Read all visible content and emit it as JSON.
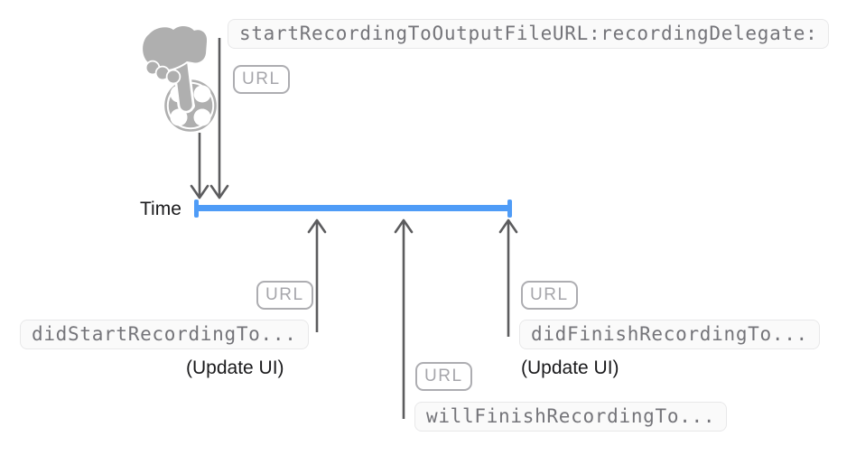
{
  "diagram": {
    "time_label": "Time",
    "start_call": {
      "method": "startRecordingToOutputFileURL:recordingDelegate:",
      "badge": "URL"
    },
    "callbacks": [
      {
        "method": "didStartRecordingTo...",
        "badge": "URL",
        "note": "(Update UI)"
      },
      {
        "method": "willFinishRecordingTo...",
        "badge": "URL"
      },
      {
        "method": "didFinishRecordingTo...",
        "badge": "URL",
        "note": "(Update UI)"
      }
    ],
    "icons": {
      "tap": "tap-movie-reel-icon"
    },
    "colors": {
      "timeline": "#4F9CF7",
      "arrow": "#5C5C5E",
      "icon": "#AFAFAF",
      "code_text": "#747479",
      "code_bg": "#FAFAFA",
      "code_border": "#E8E8E9",
      "badge_text": "#A6A6AB",
      "badge_border": "#ADADB1",
      "text": "#1A1A1C"
    }
  }
}
